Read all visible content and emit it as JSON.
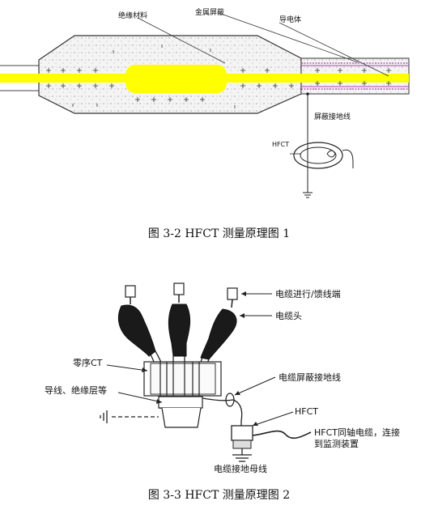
{
  "figure1": {
    "labels": {
      "insulation": "绝缘材料",
      "metal_shield": "金属屏蔽",
      "conductor": "导电体",
      "shield_ground": "屏蔽接地线",
      "hfct": "HFCT"
    },
    "caption": "图  3-2 HFCT 测量原理图 1"
  },
  "figure2": {
    "labels": {
      "feeder_end": "电缆进行/馈线端",
      "cable_head": "电缆头",
      "zero_seq_ct": "零序CT",
      "conductor_insulation": "导线、绝缘层等",
      "cable_shield_ground": "电缆屏蔽接地线",
      "hfct": "HFCT",
      "hfct_coax_line1": "HFCT同轴电缆，连接",
      "hfct_coax_line2": "到监测装置",
      "ground_bus": "电缆接地母线"
    },
    "caption": "图  3-3 HFCT 测量原理图 2"
  },
  "colors": {
    "conductor_yellow": "#ffff00",
    "shield_purple": "#b040b0",
    "line": "#222222"
  }
}
